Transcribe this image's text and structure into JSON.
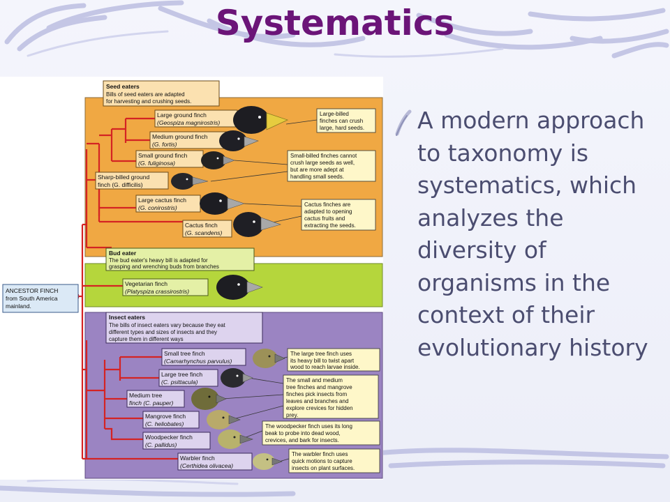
{
  "slide": {
    "title": "Systematics",
    "bullet_text": "A modern approach to taxonomy is systematics, which analyzes the diversity of organisms in the context of their evolutionary history",
    "colors": {
      "title": "#6b1478",
      "bullet_text": "#4b4d70",
      "scribble": "#b9bbe0",
      "tree_line": "#d42323"
    }
  },
  "figure": {
    "ancestor": {
      "line1": "ANCESTOR FINCH",
      "line2": "from South America",
      "line3": "mainland."
    },
    "groups": [
      {
        "name": "Seed eaters",
        "desc1": "Bills of seed eaters are adapted",
        "desc2": "for harvesting and crushing seeds.",
        "color": "#f0a843",
        "species": [
          {
            "common": "Large ground finch",
            "latin": "(Geospiza magnirostris)"
          },
          {
            "common": "Medium ground finch",
            "latin": "(G. fortis)"
          },
          {
            "common": "Small ground finch",
            "latin": "(G. fuliginosa)"
          },
          {
            "common": "Sharp-billed ground",
            "latin": "finch (G. difficilis)"
          },
          {
            "common": "Large cactus finch",
            "latin": "(G. conirostris)"
          },
          {
            "common": "Cactus finch",
            "latin": "(G. scandens)"
          }
        ],
        "callouts": [
          {
            "l1": "Large-billed",
            "l2": "finches can crush",
            "l3": "large, hard seeds."
          },
          {
            "l1": "Small-billed finches cannot",
            "l2": "crush large seeds as well,",
            "l3": "but are more adept at",
            "l4": "handling small seeds."
          },
          {
            "l1": "Cactus finches are",
            "l2": "adapted to opening",
            "l3": "cactus fruits and",
            "l4": "extracting the seeds."
          }
        ]
      },
      {
        "name": "Bud eater",
        "desc1": "The bud eater's heavy bill is adapted for",
        "desc2": "grasping and wrenching buds from branches",
        "color": "#b5d63c",
        "species": [
          {
            "common": "Vegetarian finch",
            "latin": "(Platyspiza crassirostris)"
          }
        ]
      },
      {
        "name": "Insect eaters",
        "desc1": "The bills of insect eaters vary because they eat",
        "desc2": "different types and sizes of insects and they",
        "desc3": "capture them in different ways",
        "color": "#9b84c2",
        "species": [
          {
            "common": "Small tree finch",
            "latin": "(Camarhynchus parvulus)"
          },
          {
            "common": "Large tree finch",
            "latin": "(C. psittacula)"
          },
          {
            "common": "Medium tree",
            "latin": "finch (C. pauper)"
          },
          {
            "common": "Mangrove finch",
            "latin": "(C. heliobates)"
          },
          {
            "common": "Woodpecker finch",
            "latin": "(C. pallidus)"
          },
          {
            "common": "Warbler finch",
            "latin": "(Certhidea olivacea)"
          }
        ],
        "callouts": [
          {
            "l1": "The large tree finch uses",
            "l2": "its heavy bill to twist apart",
            "l3": "wood to reach larvae inside."
          },
          {
            "l1": "The small and medium",
            "l2": "tree finches and mangrove",
            "l3": "finches pick insects from",
            "l4": "leaves and branches and",
            "l5": "explore crevices for hidden",
            "l6": "prey."
          },
          {
            "l1": "The woodpecker finch uses its long",
            "l2": "beak to probe into dead wood,",
            "l3": "crevices, and bark for insects."
          },
          {
            "l1": "The warbler finch uses",
            "l2": "quick motions to capture",
            "l3": "insects on plant surfaces."
          }
        ]
      }
    ]
  }
}
